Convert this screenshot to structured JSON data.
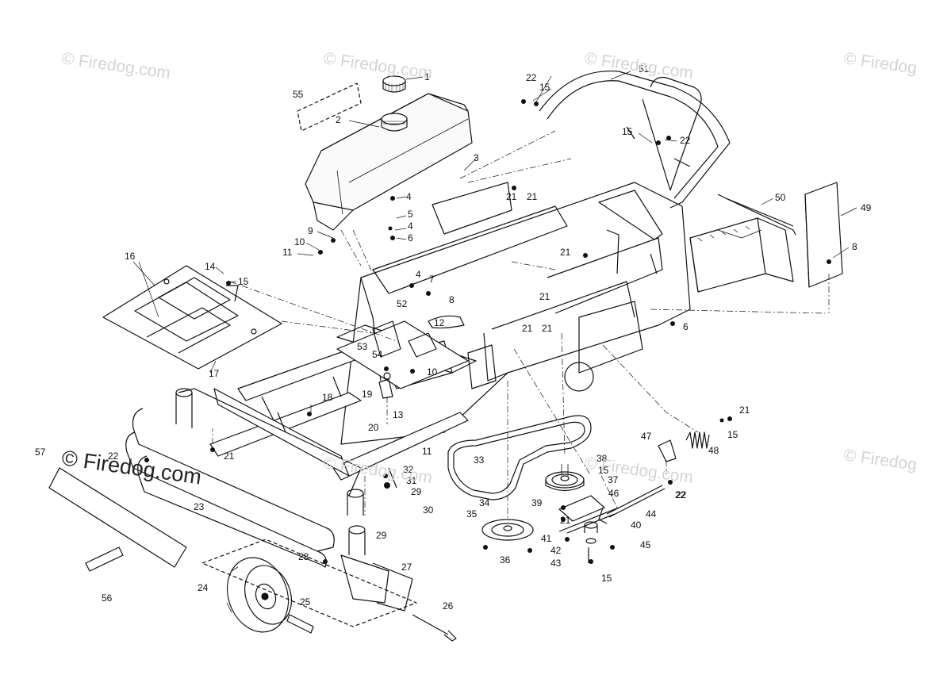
{
  "watermark": {
    "text": "© Firedog.com",
    "text_short": "© Firedog",
    "main": "© Firedog.com"
  },
  "callouts": [
    {
      "n": "1"
    },
    {
      "n": "2"
    },
    {
      "n": "3"
    },
    {
      "n": "4"
    },
    {
      "n": "5"
    },
    {
      "n": "4"
    },
    {
      "n": "6"
    },
    {
      "n": "4"
    },
    {
      "n": "7"
    },
    {
      "n": "8"
    },
    {
      "n": "9"
    },
    {
      "n": "10"
    },
    {
      "n": "11"
    },
    {
      "n": "12"
    },
    {
      "n": "10"
    },
    {
      "n": "11"
    },
    {
      "n": "13"
    },
    {
      "n": "14"
    },
    {
      "n": "15"
    },
    {
      "n": "16"
    },
    {
      "n": "17"
    },
    {
      "n": "18"
    },
    {
      "n": "19"
    },
    {
      "n": "20"
    },
    {
      "n": "21"
    },
    {
      "n": "21"
    },
    {
      "n": "21"
    },
    {
      "n": "21"
    },
    {
      "n": "21"
    },
    {
      "n": "21"
    },
    {
      "n": "21"
    },
    {
      "n": "22"
    },
    {
      "n": "15"
    },
    {
      "n": "15"
    },
    {
      "n": "22"
    },
    {
      "n": "22"
    },
    {
      "n": "23"
    },
    {
      "n": "24"
    },
    {
      "n": "25"
    },
    {
      "n": "26"
    },
    {
      "n": "27"
    },
    {
      "n": "28"
    },
    {
      "n": "29"
    },
    {
      "n": "29"
    },
    {
      "n": "30"
    },
    {
      "n": "31"
    },
    {
      "n": "32"
    },
    {
      "n": "33"
    },
    {
      "n": "34"
    },
    {
      "n": "35"
    },
    {
      "n": "36"
    },
    {
      "n": "37"
    },
    {
      "n": "38"
    },
    {
      "n": "15"
    },
    {
      "n": "39"
    },
    {
      "n": "40"
    },
    {
      "n": "41"
    },
    {
      "n": "42"
    },
    {
      "n": "43"
    },
    {
      "n": "44"
    },
    {
      "n": "45"
    },
    {
      "n": "15"
    },
    {
      "n": "46"
    },
    {
      "n": "47"
    },
    {
      "n": "48"
    },
    {
      "n": "15"
    },
    {
      "n": "21"
    },
    {
      "n": "22"
    },
    {
      "n": "49"
    },
    {
      "n": "50"
    },
    {
      "n": "51"
    },
    {
      "n": "52"
    },
    {
      "n": "53"
    },
    {
      "n": "54"
    },
    {
      "n": "55"
    },
    {
      "n": "56"
    },
    {
      "n": "57"
    },
    {
      "n": "8"
    },
    {
      "n": "6"
    },
    {
      "n": "22"
    },
    {
      "n": "21"
    }
  ]
}
